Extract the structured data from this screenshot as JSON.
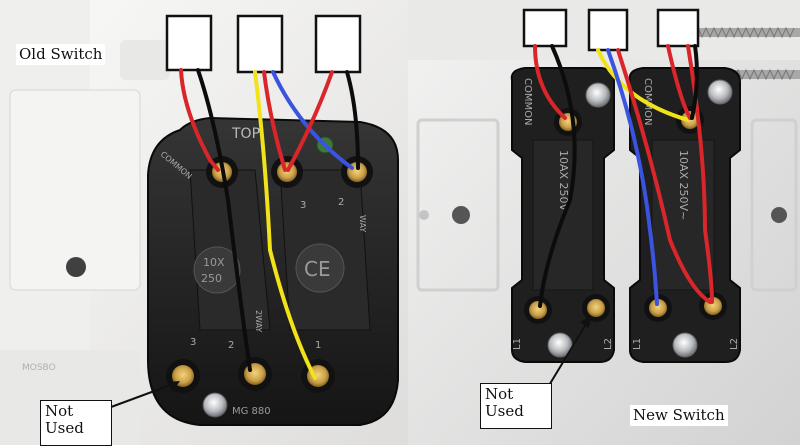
{
  "labels": {
    "old_switch": "Old Switch",
    "new_switch": "New Switch",
    "not_used_left": [
      "Not",
      "Used"
    ],
    "not_used_right": [
      "Not",
      "Used"
    ]
  },
  "old_switch_markings": {
    "top": "TOP",
    "common": "COMMON",
    "terminal_3_top": "3",
    "terminal_2_top": "2",
    "terminal_3_bottom": "3",
    "terminal_2_bottom": "2",
    "terminal_1": "1",
    "rating": "10X",
    "rating_v": "250",
    "ce": "CE",
    "way_top": "WAY",
    "way_bottom": "2WAY",
    "model": "MG 880"
  },
  "new_switch_markings": {
    "common_a": "COMMON",
    "common_b": "COMMON",
    "rating_a": "10AX 250V~",
    "rating_b": "10AX 250V~",
    "l1_a": "L1",
    "l2_a": "L2",
    "l1_b": "L1",
    "l2_b": "L2"
  },
  "colors": {
    "red": "#d8262a",
    "black": "#0c0c0c",
    "yellow": "#f2e21a",
    "blue": "#3a54e0",
    "plate": "#f1f1ef",
    "housing": "#222222",
    "brass": "#c9a04a"
  }
}
